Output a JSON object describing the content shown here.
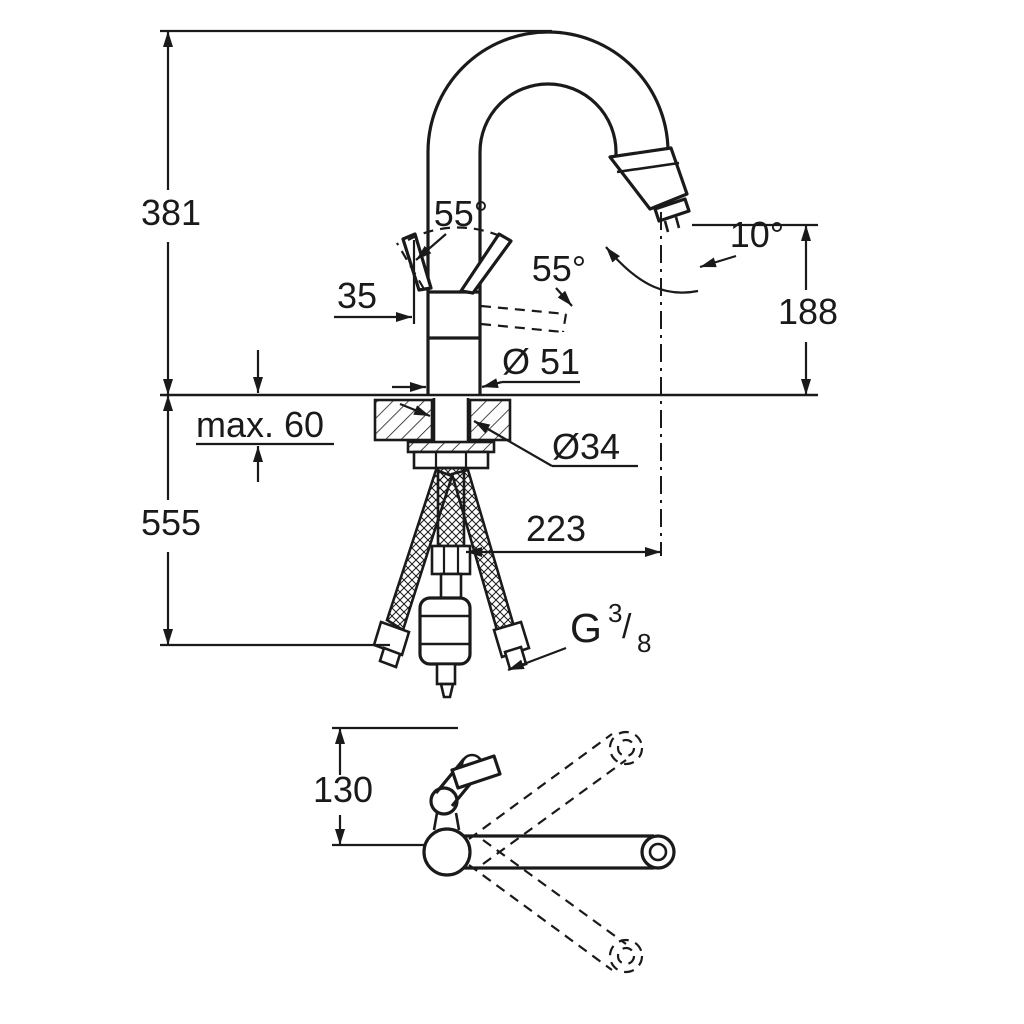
{
  "diagram": {
    "line_color": "#1a1a1a",
    "background_color": "#ffffff",
    "labels": {
      "height_above_counter": "381",
      "height_below_counter": "555",
      "max_counter_thickness": "max. 60",
      "handle_swing_left": "55°",
      "handle_swing_right": "55°",
      "handle_offset": "35",
      "spray_angle": "10°",
      "outlet_height": "188",
      "body_diameter": "Ø 51",
      "hole_diameter": "Ø34",
      "spout_reach": "223",
      "thread_letter": "G",
      "thread_numerator": "3",
      "thread_slash": "/",
      "thread_denominator": "8",
      "top_view_height": "130"
    }
  }
}
